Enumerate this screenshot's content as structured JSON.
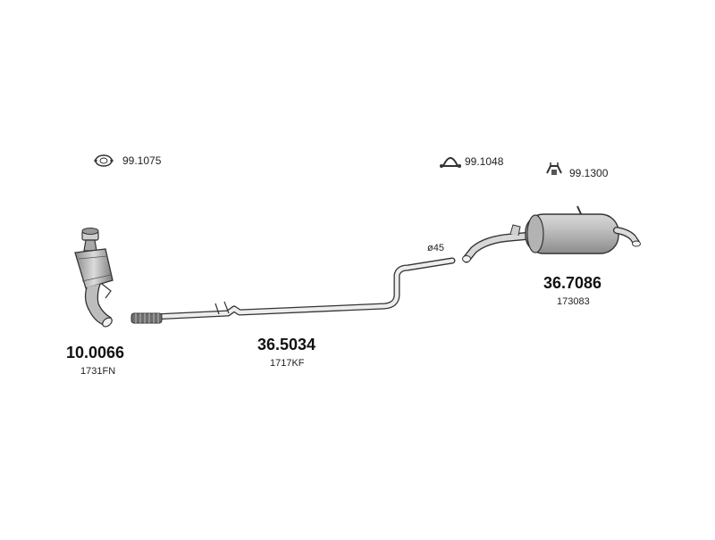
{
  "accessories": [
    {
      "code": "99.1075",
      "icon": "flat-gasket-icon"
    },
    {
      "code": "99.1048",
      "icon": "clamp-icon"
    },
    {
      "code": "99.1300",
      "icon": "rubber-hanger-icon"
    }
  ],
  "parts": [
    {
      "part_no": "10.0066",
      "ref": "1731FN",
      "component": "catalytic-converter"
    },
    {
      "part_no": "36.5034",
      "ref": "1717KF",
      "component": "middle-pipe"
    },
    {
      "part_no": "36.7086",
      "ref": "173083",
      "component": "rear-silencer"
    }
  ],
  "diameter_label": "ø45",
  "colors": {
    "outline": "#3a3a3a",
    "metal_light": "#e6e6e6",
    "metal_mid": "#b8b8b8",
    "metal_dark": "#7a7a7a"
  }
}
